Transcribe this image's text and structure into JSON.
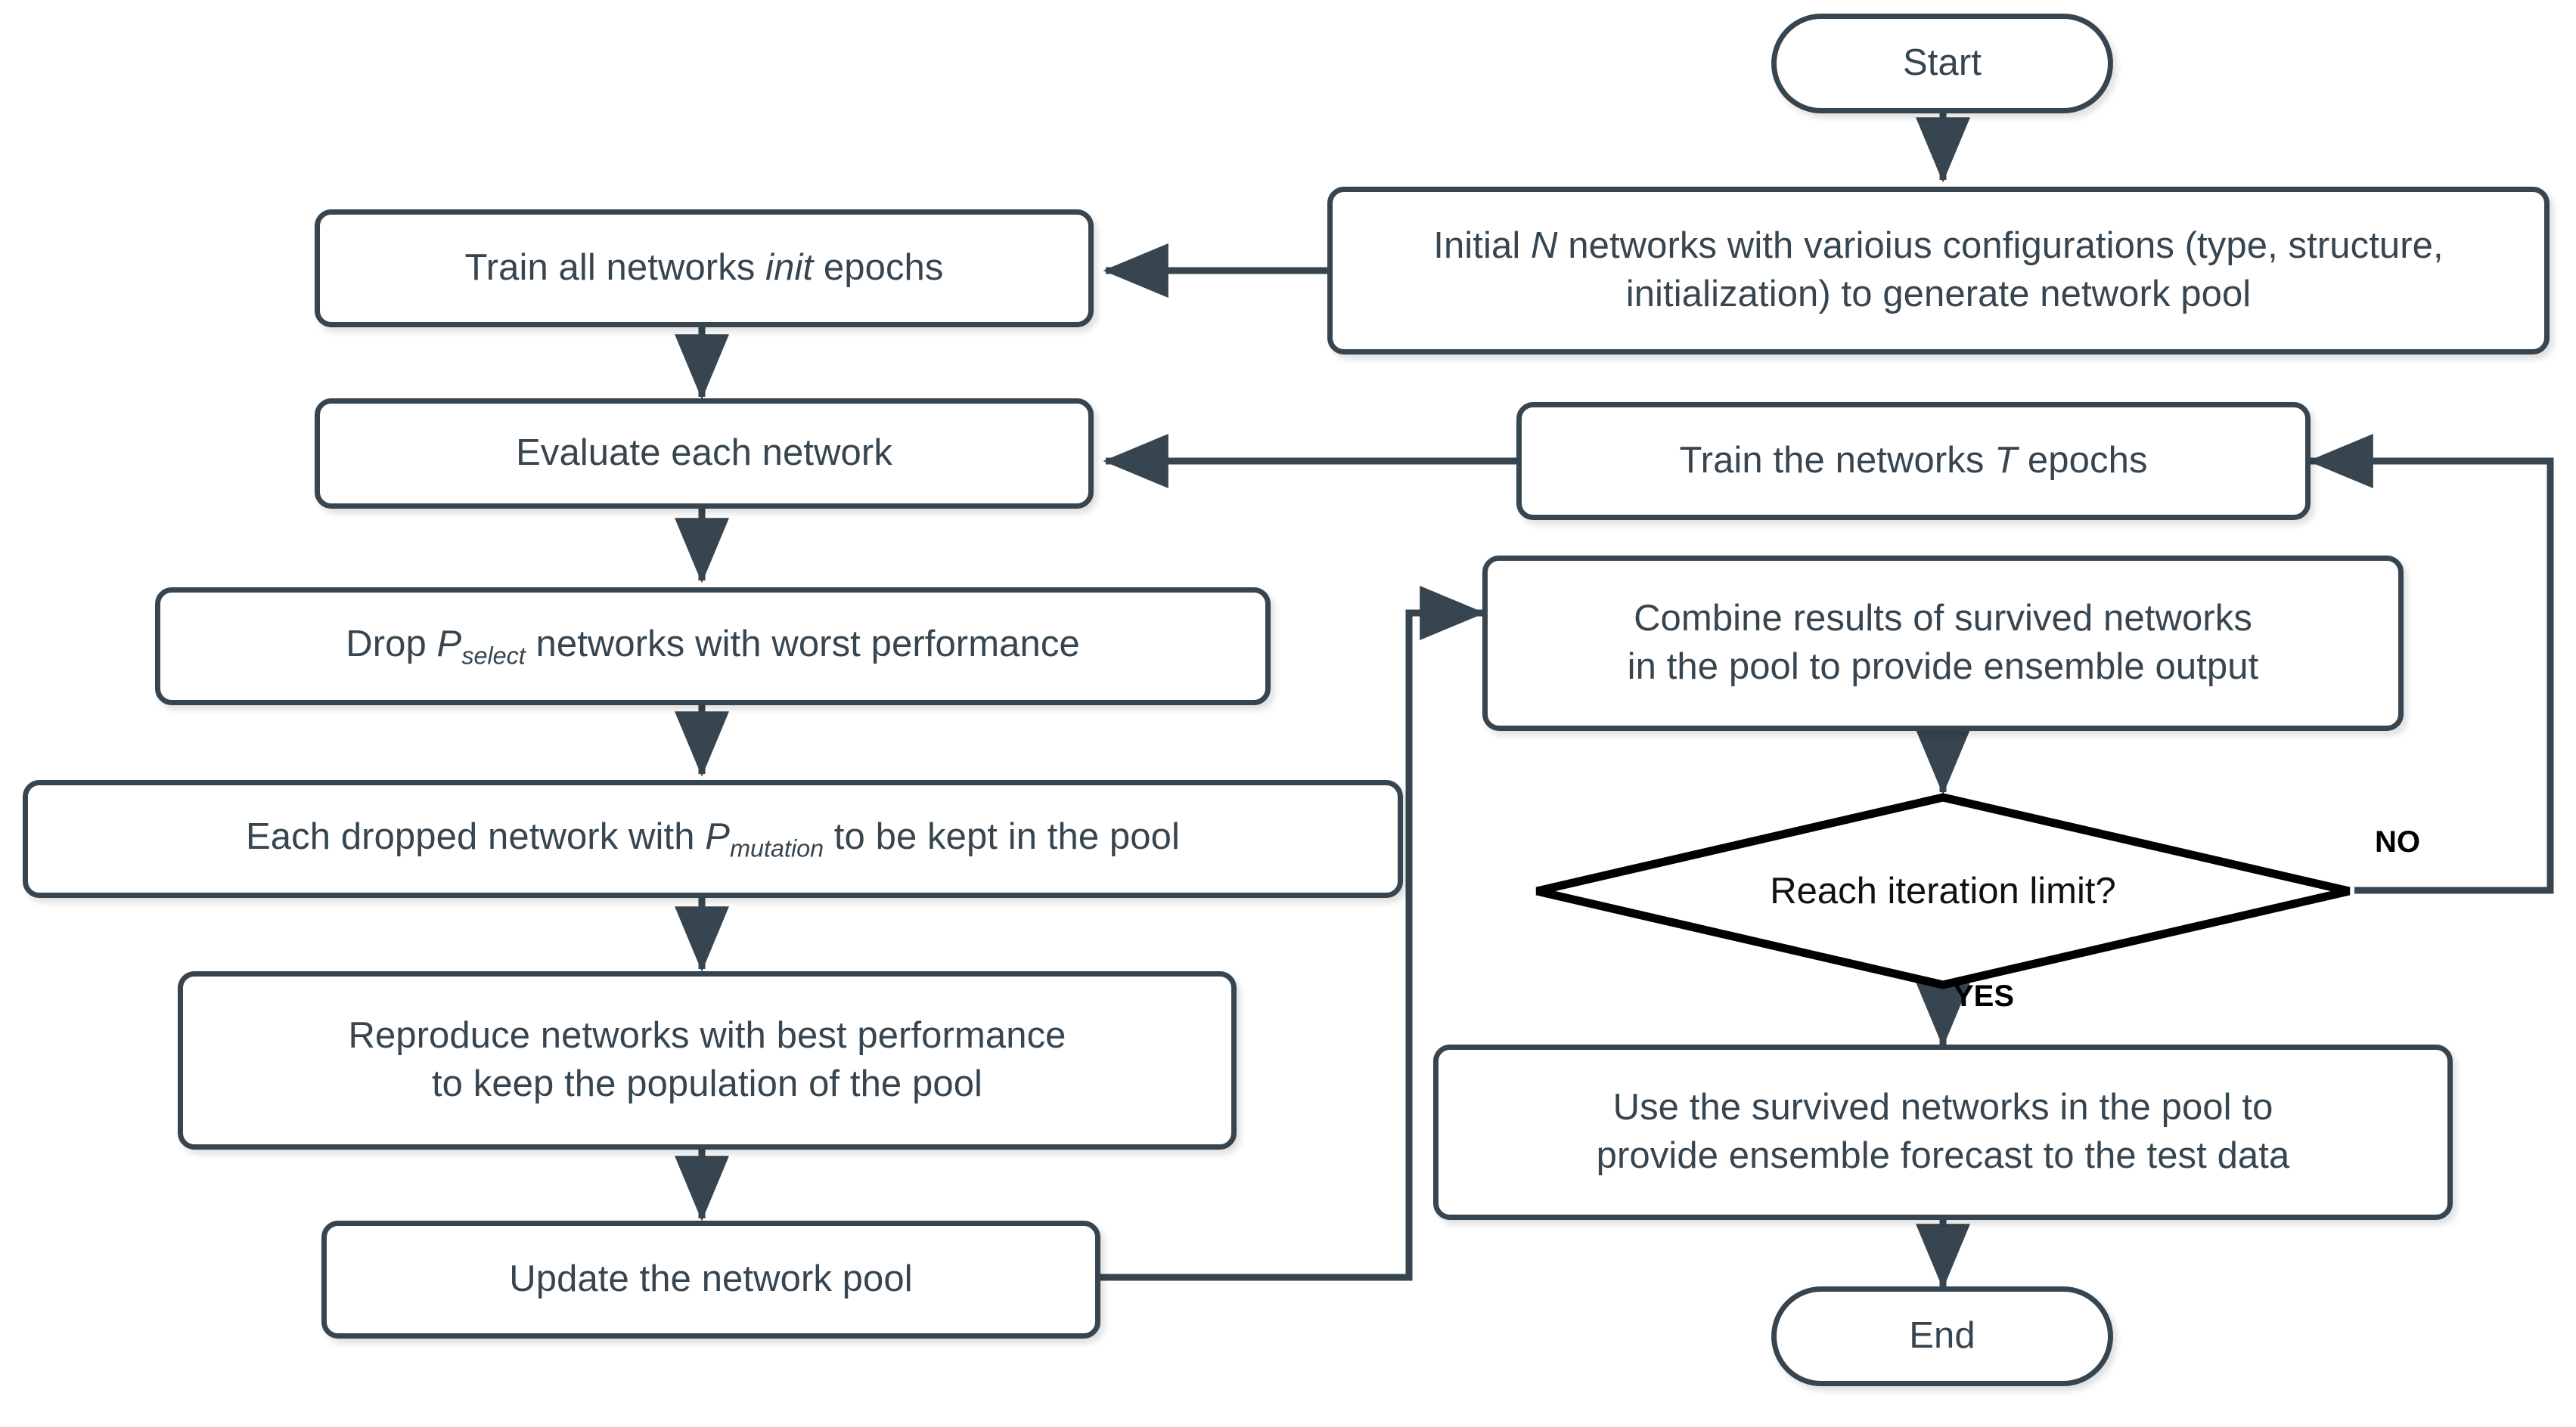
{
  "diagram": {
    "title": "Evolutionary ensemble neural network training flowchart",
    "palette": {
      "node_border": "#36454f",
      "node_fill": "#ffffff",
      "node_text": "#36454f",
      "decision_border": "#000000",
      "decision_text": "#111111",
      "edge": "#36454f",
      "branch_label": "#000000",
      "background": "#ffffff"
    }
  },
  "nodes": {
    "start": {
      "label": "Start",
      "shape": "terminator"
    },
    "initial_networks": {
      "text_before": "Initial ",
      "italic_symbol": "N",
      "text_after": " networks with varioius configurations (type, structure, initialization) to generate network pool",
      "shape": "process"
    },
    "train_init": {
      "text_before": "Train all networks ",
      "italic_symbol": "init",
      "text_after": " epochs",
      "shape": "process"
    },
    "evaluate": {
      "label": "Evaluate each network",
      "shape": "process"
    },
    "drop_select": {
      "text_before": "Drop ",
      "italic_symbol": "P",
      "subscript": "select",
      "text_after": " networks with worst performance",
      "shape": "process"
    },
    "mutation": {
      "text_before": "Each dropped network with ",
      "italic_symbol": "P",
      "subscript": "mutation",
      "text_after": " to be kept in the pool",
      "shape": "process"
    },
    "reproduce": {
      "line1": "Reproduce networks with best performance",
      "line2": "to keep the population of the pool",
      "shape": "process"
    },
    "update_pool": {
      "label": "Update the network pool",
      "shape": "process"
    },
    "train_t": {
      "text_before": "Train the networks ",
      "italic_symbol": "T",
      "text_after": " epochs",
      "shape": "process"
    },
    "combine": {
      "line1": "Combine results of survived networks",
      "line2": "in the pool to provide ensemble output",
      "shape": "process"
    },
    "decision": {
      "label": "Reach iteration limit?",
      "shape": "decision"
    },
    "use_survived": {
      "line1": "Use the survived networks in the pool to",
      "line2": "provide ensemble forecast to the test data",
      "shape": "process"
    },
    "end": {
      "label": "End",
      "shape": "terminator"
    }
  },
  "edge_labels": {
    "no": "NO",
    "yes": "YES"
  },
  "edges": [
    {
      "from": "start",
      "to": "initial_networks",
      "label": ""
    },
    {
      "from": "initial_networks",
      "to": "train_init",
      "label": ""
    },
    {
      "from": "train_init",
      "to": "evaluate",
      "label": ""
    },
    {
      "from": "evaluate",
      "to": "drop_select",
      "label": ""
    },
    {
      "from": "drop_select",
      "to": "mutation",
      "label": ""
    },
    {
      "from": "mutation",
      "to": "reproduce",
      "label": ""
    },
    {
      "from": "reproduce",
      "to": "update_pool",
      "label": ""
    },
    {
      "from": "update_pool",
      "to": "combine",
      "label": ""
    },
    {
      "from": "combine",
      "to": "decision",
      "label": ""
    },
    {
      "from": "decision",
      "to": "train_t",
      "label": "NO"
    },
    {
      "from": "train_t",
      "to": "evaluate",
      "label": ""
    },
    {
      "from": "decision",
      "to": "use_survived",
      "label": "YES"
    },
    {
      "from": "use_survived",
      "to": "end",
      "label": ""
    }
  ]
}
